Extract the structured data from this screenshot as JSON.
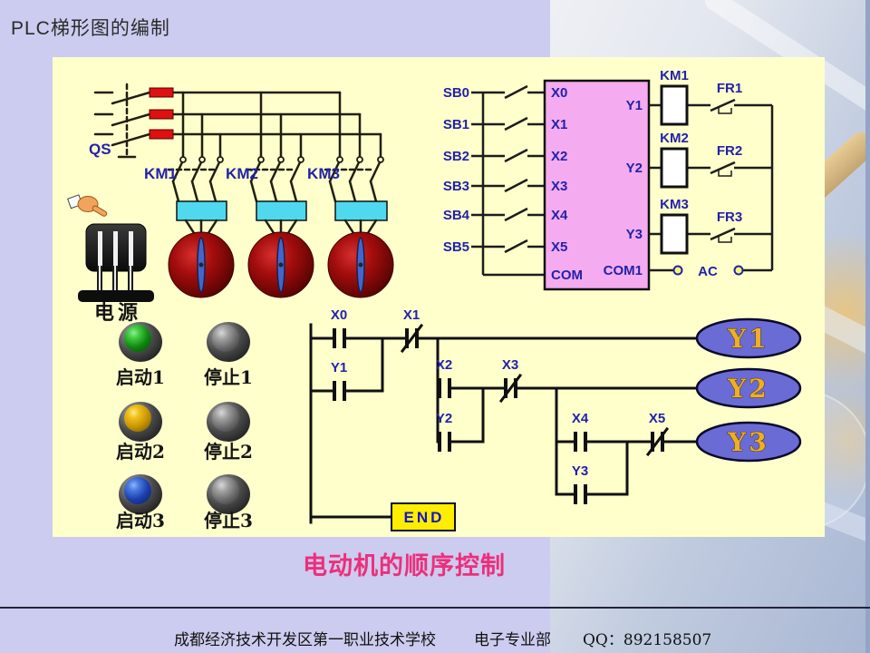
{
  "title": "PLC梯形图的编制",
  "caption": "电动机的顺序控制",
  "footer": {
    "school": "成都经济技术开发区第一职业技术学校",
    "department": "电子专业部",
    "qq_label": "QQ：",
    "qq_number": "892158507"
  },
  "power_circuit": {
    "switch": "QS",
    "contactors": [
      "KM1",
      "KM2",
      "KM3"
    ],
    "power_label": "电源"
  },
  "control_buttons": {
    "start": [
      "启动1",
      "启动2",
      "启动3"
    ],
    "stop": [
      "停止1",
      "停止2",
      "停止3"
    ]
  },
  "plc_wiring": {
    "push_buttons": [
      "SB0",
      "SB1",
      "SB2",
      "SB3",
      "SB4",
      "SB5"
    ],
    "inputs": [
      "X0",
      "X1",
      "X2",
      "X3",
      "X4",
      "X5"
    ],
    "input_common": "COM",
    "outputs": [
      "Y1",
      "Y2",
      "Y3"
    ],
    "output_common": "COM1",
    "coils": [
      "KM1",
      "KM2",
      "KM3"
    ],
    "thermal_relays": [
      "FR1",
      "FR2",
      "FR3"
    ],
    "ac_label": "AC"
  },
  "ladder": {
    "contact_labels": [
      "X0",
      "X1",
      "Y1",
      "X2",
      "X3",
      "Y2",
      "X4",
      "X5",
      "Y3"
    ],
    "coil_labels": [
      "Y1",
      "Y2",
      "Y3"
    ],
    "end_label": "END"
  },
  "colors": {
    "slide_background": "#CCCCF0",
    "panel_background": "#FFFFCC",
    "plc_box": "#F4ABEF",
    "label_blue": "#2222AA",
    "fuse_red": "#DD1111",
    "relay_cyan": "#4FD9EE",
    "caption_pink": "#ED2F7B",
    "coil_oval_blue": "#6B6BD6",
    "coil_text_gold": "#EFAF25",
    "end_box_yellow": "#FFEE00"
  }
}
